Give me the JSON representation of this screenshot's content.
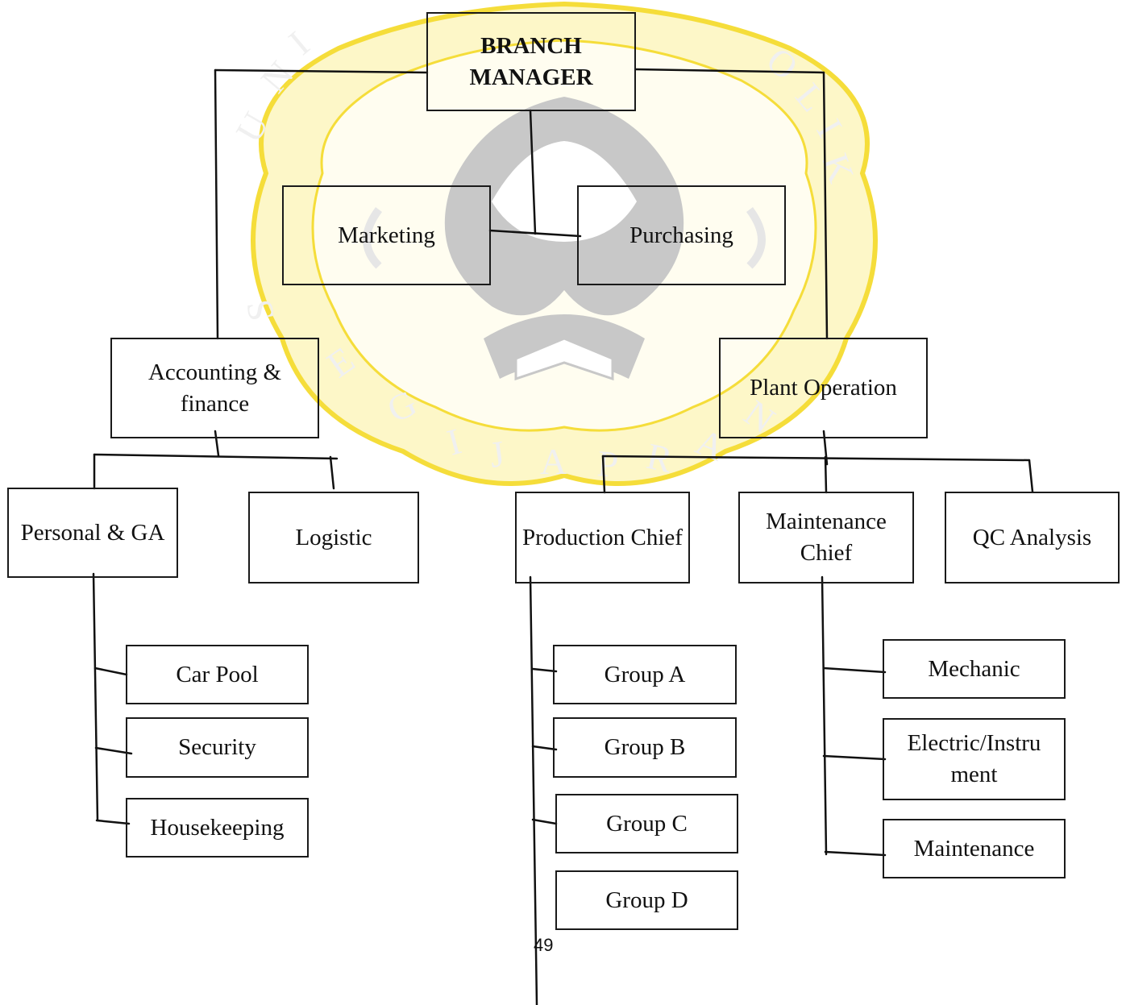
{
  "nodes": {
    "branch_manager": "BRANCH MANAGER",
    "marketing": "Marketing",
    "purchasing": "Purchasing",
    "accounting_finance": "Accounting & finance",
    "plant_operation": "Plant Operation",
    "personal_ga": "Personal & GA",
    "logistic": "Logistic",
    "production_chief": "Production Chief",
    "maintenance_chief": "Maintenance Chief",
    "qc_analysis": "QC Analysis",
    "car_pool": "Car Pool",
    "security": "Security",
    "housekeeping": "Housekeeping",
    "group_a": "Group A",
    "group_b": "Group B",
    "group_c": "Group C",
    "group_d": "Group D",
    "mechanic": "Mechanic",
    "electric_instrument": "Electric/Instru ment",
    "maintenance": "Maintenance"
  },
  "page_number": "49",
  "watermark": {
    "text": "UNIVERSITAS KATOLIK SOEGIJAPRANATA",
    "color_light": "#fdf7c8",
    "color_dark": "#f5dd3a",
    "gray": "#c8c8c8"
  },
  "colors": {
    "line": "#111111",
    "box_border": "#1a1a1a"
  }
}
